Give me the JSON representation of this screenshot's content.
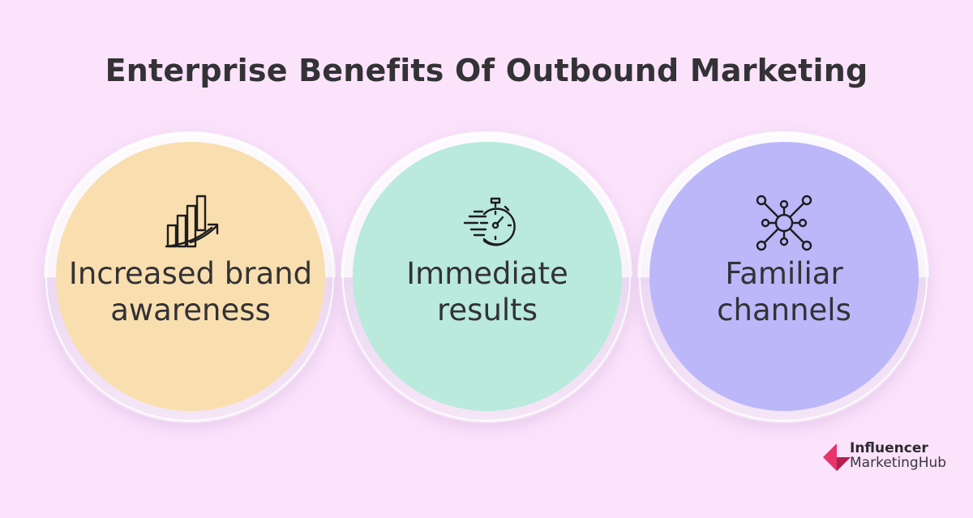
{
  "title": "Enterprise Benefits Of Outbound Marketing",
  "colors": {
    "background": "#fbe3fb",
    "text": "#333235",
    "card_1": "#f9dfaf",
    "card_2": "#b9eadc",
    "card_3": "#bbb7f9",
    "logo_pink": "#e8336b",
    "logo_dark": "#b3204f"
  },
  "benefits": [
    {
      "icon": "bar-chart-growth-icon",
      "label_line1": "Increased brand",
      "label_line2": "awareness"
    },
    {
      "icon": "stopwatch-speed-icon",
      "label_line1": "Immediate",
      "label_line2": "results"
    },
    {
      "icon": "network-hub-icon",
      "label_line1": "Familiar",
      "label_line2": "channels"
    }
  ],
  "logo": {
    "line1": "Influencer",
    "line2": "MarketingHub"
  }
}
